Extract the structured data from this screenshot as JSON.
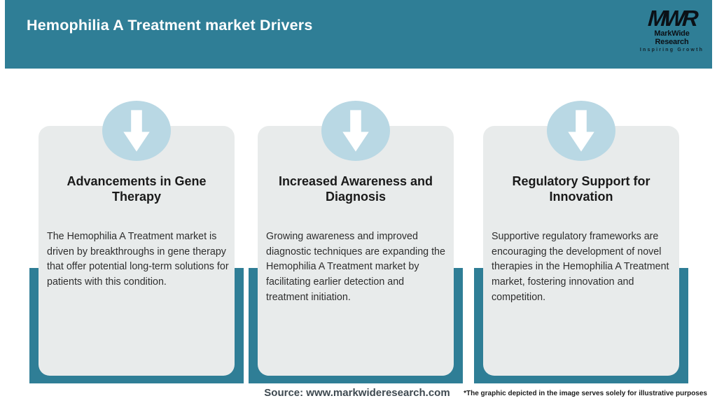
{
  "header": {
    "title": "Hemophilia A Treatment market Drivers",
    "logo": {
      "acronym": "MWR",
      "name": "MarkWide Research",
      "tagline": "Inspiring Growth"
    }
  },
  "cards": [
    {
      "title": "Advancements in Gene Therapy",
      "description": "The Hemophilia A Treatment market is driven by breakthroughs in gene therapy that offer potential long-term solutions for patients with this condition."
    },
    {
      "title": "Increased Awareness and Diagnosis",
      "description": "Growing awareness and improved diagnostic techniques are expanding the Hemophilia A Treatment market by facilitating earlier detection and treatment initiation."
    },
    {
      "title": "Regulatory Support for Innovation",
      "description": "Supportive regulatory frameworks are encouraging the development of novel therapies in the Hemophilia A Treatment market, fostering innovation and competition."
    }
  ],
  "footer": {
    "source": "Source: www.markwideresearch.com",
    "disclaimer": "*The graphic depicted in the image serves solely for illustrative purposes"
  },
  "icons": [
    "down-arrow-icon",
    "down-arrow-icon",
    "down-arrow-icon"
  ],
  "colors": {
    "teal": "#2f7e96",
    "light_blue_badge": "#b9d8e4",
    "card_gray": "#e8ebeb",
    "logo_dark": "#0b1016",
    "title_white": "#ffffff"
  }
}
